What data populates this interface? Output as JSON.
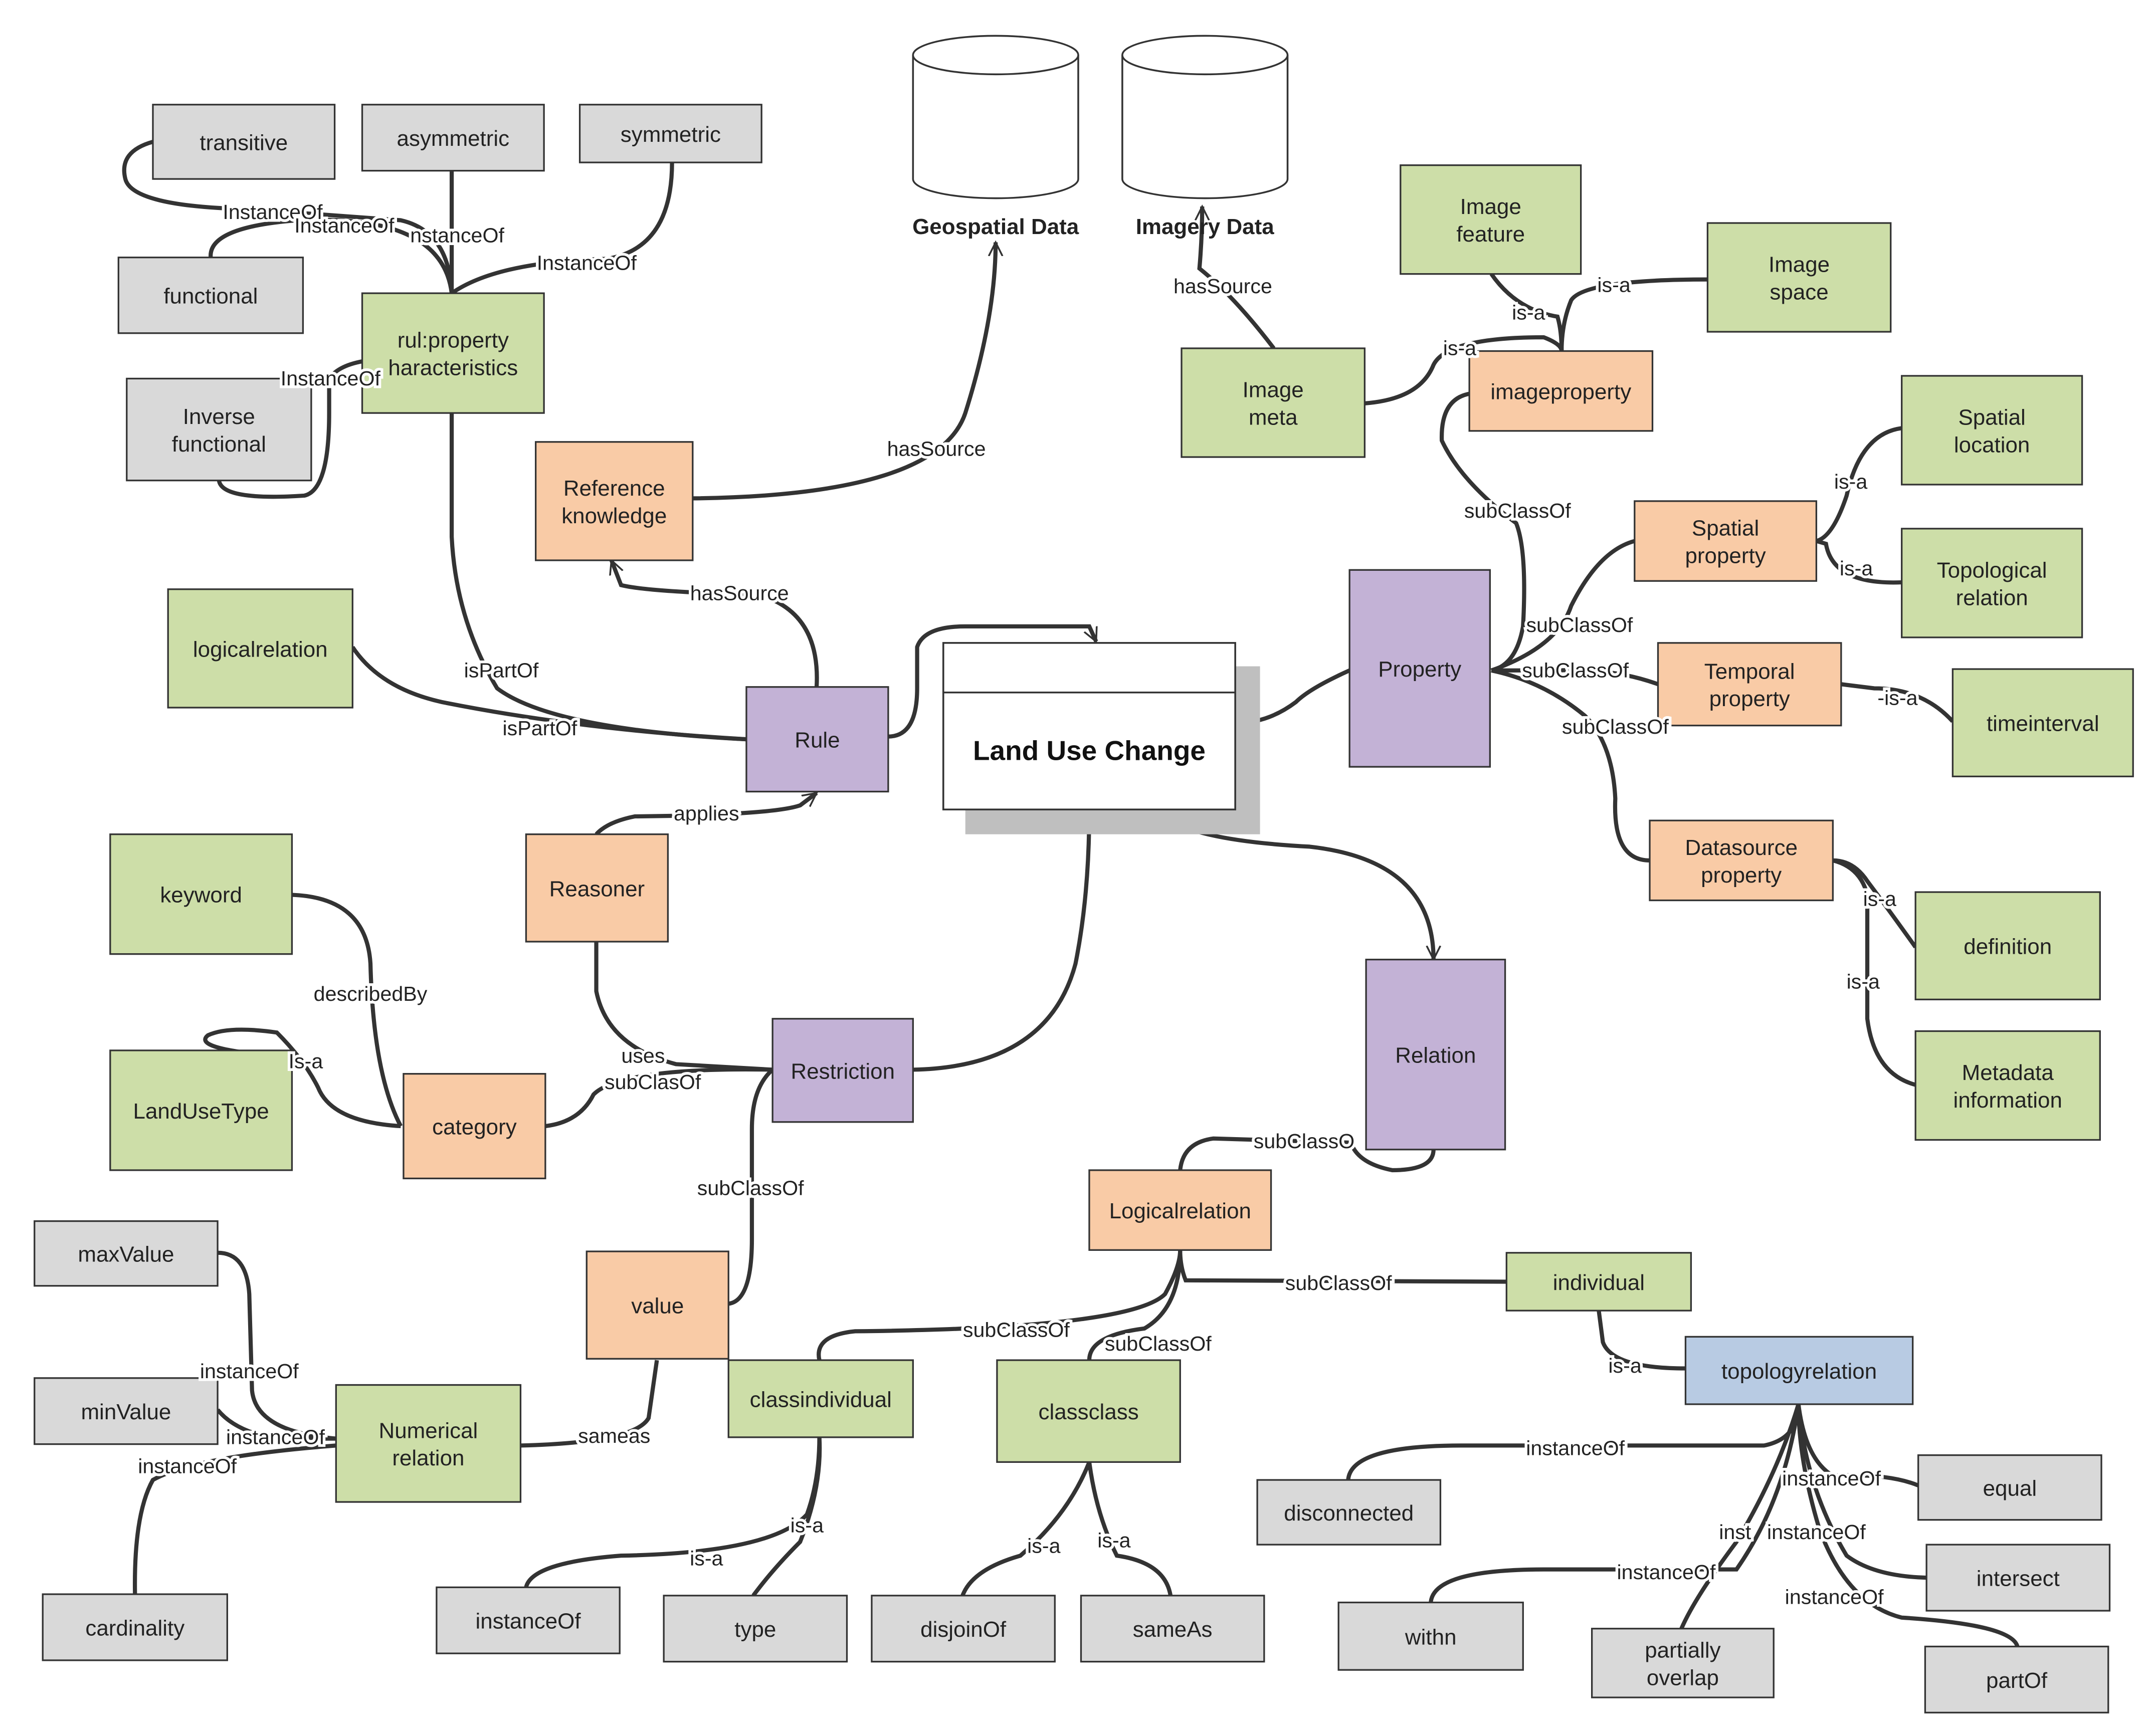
{
  "colors": {
    "green": "#cddea8",
    "orange": "#f9cba6",
    "purple": "#c3b2d6",
    "gray": "#d9d9d9",
    "blue": "#b8cbe3",
    "white": "#ffffff"
  },
  "center": {
    "label": "Land Use Change"
  },
  "databases": {
    "geo": "Geospatial Data",
    "img": "Imagery Data"
  },
  "nodes": {
    "transitive": [
      "transitive"
    ],
    "asymmetric": [
      "asymmetric"
    ],
    "symmetric": [
      "symmetric"
    ],
    "functional": [
      "functional"
    ],
    "rulprop": [
      "rul:property",
      "haracteristics"
    ],
    "inverse": [
      "Inverse",
      "functional"
    ],
    "refknow": [
      "Reference",
      "knowledge"
    ],
    "logicalrelation": [
      "logicalrelation"
    ],
    "rule": [
      "Rule"
    ],
    "imagefeature": [
      "Image",
      "feature"
    ],
    "imagespace": [
      "Image",
      "space"
    ],
    "imagemeta": [
      "Image",
      "meta"
    ],
    "imageproperty": [
      "imageproperty"
    ],
    "spatialloc": [
      "Spatial",
      "location"
    ],
    "spatialprop": [
      "Spatial",
      "property"
    ],
    "topologicalrel": [
      "Topological",
      "relation"
    ],
    "property": [
      "Property"
    ],
    "temporalprop": [
      "Temporal",
      "property"
    ],
    "timeinterval": [
      "timeinterval"
    ],
    "datasource": [
      "Datasource",
      "property"
    ],
    "definition": [
      "definition"
    ],
    "metadata": [
      "Metadata",
      "information"
    ],
    "keyword": [
      "keyword"
    ],
    "reasoner": [
      "Reasoner"
    ],
    "landusetype": [
      "LandUseType"
    ],
    "category": [
      "category"
    ],
    "restriction": [
      "Restriction"
    ],
    "relation": [
      "Relation"
    ],
    "logicalrel2": [
      "Logicalrelation"
    ],
    "maxvalue": [
      "maxValue"
    ],
    "minvalue": [
      "minValue"
    ],
    "numrel": [
      "Numerical",
      "relation"
    ],
    "value": [
      "value"
    ],
    "classindividual": [
      "classindividual"
    ],
    "classclass": [
      "classclass"
    ],
    "individual": [
      "individual"
    ],
    "topologyrel": [
      "topologyrelation"
    ],
    "disconnected": [
      "disconnected"
    ],
    "equal": [
      "equal"
    ],
    "intersect": [
      "intersect"
    ],
    "cardinality": [
      "cardinality"
    ],
    "instanceofbox": [
      "instanceOf"
    ],
    "type": [
      "type"
    ],
    "disjoinof": [
      "disjoinOf"
    ],
    "sameasbox": [
      "sameAs"
    ],
    "withn": [
      "withn"
    ],
    "partially": [
      "partially",
      "overlap"
    ],
    "partof": [
      "partOf"
    ]
  },
  "edge_labels": {
    "e1": "InstanceOf",
    "e2": "InstanceOf",
    "e3": "nstanceOf",
    "e4": "InstanceOf",
    "e5": "InstanceOf",
    "e6": "hasSource",
    "e7": "hasSource",
    "e8": "hasSource",
    "e9": "is-a",
    "e10": "is-a",
    "e11": "is-a",
    "e12": "subClassOf",
    "e13": "is-a",
    "e14": "is-a",
    "e15": "isPartOf",
    "e16": "isPartOf",
    "e17": "subClassOf",
    "e18": "subClassOf",
    "e19": "-is-a",
    "e20": "subClassOf",
    "e21": "is-a",
    "e22": "is-a",
    "e23": "applies",
    "e24": "describedBy",
    "e25": "Is-a",
    "e26": "uses",
    "e27": "subClasOf",
    "e28": "subClassOf",
    "e29": "subClassO",
    "e30": "subClassOf",
    "e31": "instanceOf",
    "e32": "instanceOf",
    "e33": "instanceOf",
    "e34": "sameas",
    "e35": "subClassOf",
    "e36": "subClassOf",
    "e37": "is-a",
    "e38": "instanceOf",
    "e39": "instanceOf",
    "e40": "inst",
    "e41": "instanceOf",
    "e42": "instanceOf",
    "e43": "instanceOf",
    "e44": "is-a",
    "e45": "is-a",
    "e46": "is-a",
    "e47": "is-a"
  }
}
